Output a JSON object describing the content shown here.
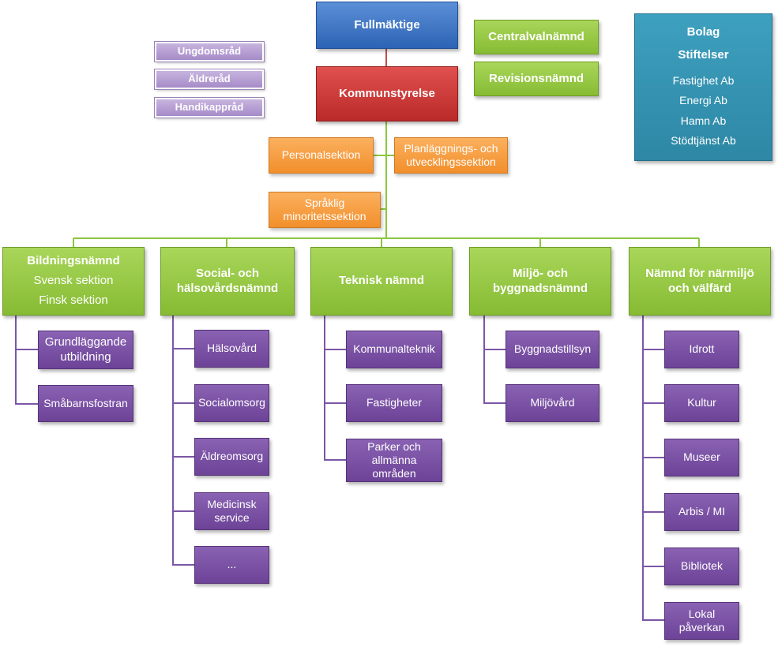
{
  "top": {
    "council": "Fullmäktige",
    "board": "Kommunstyrelse",
    "election_board": "Centralvalnämnd",
    "audit_board": "Revisionsnämnd"
  },
  "advisory": [
    "Ungdomsråd",
    "Äldreråd",
    "Handikappråd"
  ],
  "companies": {
    "title1": "Bolag",
    "title2": "Stiftelser",
    "items": [
      "Fastighet Ab",
      "Energi Ab",
      "Hamn Ab",
      "Stödtjänst Ab"
    ]
  },
  "sections": {
    "personal": "Personalsektion",
    "planning": "Planläggnings- och utvecklingssektion",
    "minority": "Språklig minoritetssektion"
  },
  "committees": [
    {
      "name": "Bildningsnämnd",
      "subs": [
        "Svensk sektion",
        "Finsk sektion"
      ],
      "units": [
        "Grundläggande utbildning",
        "Småbarnsfostran"
      ]
    },
    {
      "name": "Social- och hälsovårdsnämnd",
      "subs": [],
      "units": [
        "Hälsovård",
        "Socialomsorg",
        "Äldreomsorg",
        "Medicinsk service",
        "..."
      ]
    },
    {
      "name": "Teknisk nämnd",
      "subs": [],
      "units": [
        "Kommunalteknik",
        "Fastigheter",
        "Parker och allmänna områden"
      ]
    },
    {
      "name": "Miljö- och byggnadsnämnd",
      "subs": [],
      "units": [
        "Byggnadstillsyn",
        "Miljövård"
      ]
    },
    {
      "name": "Nämnd för närmiljö och välfärd",
      "subs": [],
      "units": [
        "Idrott",
        "Kultur",
        "Museer",
        "Arbis / MI",
        "Bibliotek",
        "Lokal påverkan"
      ]
    }
  ],
  "colors": {
    "council": "#2d63b5",
    "board": "#b92a28",
    "committee": "#86bb33",
    "section": "#f28f2c",
    "unit": "#6c4397",
    "advisory": "#a68bc8",
    "companies": "#2d87a5",
    "connector": "#8cc63f"
  }
}
